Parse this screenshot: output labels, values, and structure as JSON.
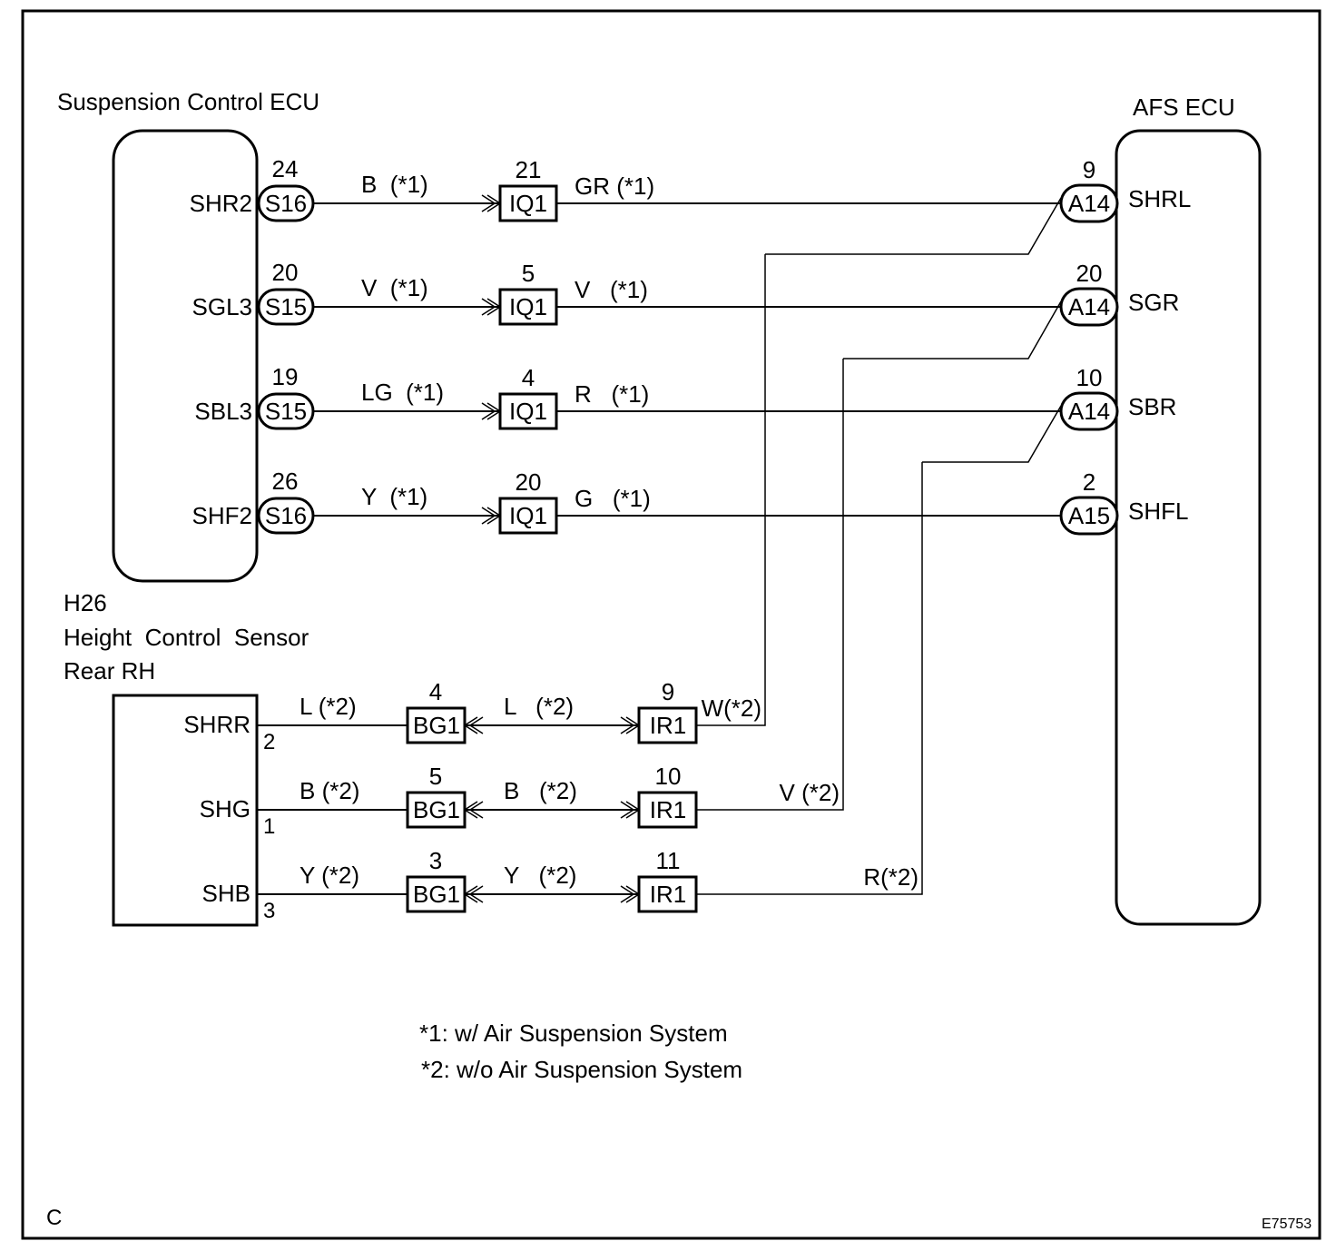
{
  "ecu_left": {
    "title": "Suspension Control ECU",
    "rows": [
      {
        "terminal": "SHR2",
        "pin": "24",
        "connector": "S16",
        "wire1": "B  (*1)",
        "junction_pin": "21",
        "junction": "IQ1",
        "wire2": "GR (*1)"
      },
      {
        "terminal": "SGL3",
        "pin": "20",
        "connector": "S15",
        "wire1": "V  (*1)",
        "junction_pin": "5",
        "junction": "IQ1",
        "wire2": "V   (*1)"
      },
      {
        "terminal": "SBL3",
        "pin": "19",
        "connector": "S15",
        "wire1": "LG  (*1)",
        "junction_pin": "4",
        "junction": "IQ1",
        "wire2": "R   (*1)"
      },
      {
        "terminal": "SHF2",
        "pin": "26",
        "connector": "S16",
        "wire1": "Y  (*1)",
        "junction_pin": "20",
        "junction": "IQ1",
        "wire2": "G   (*1)"
      }
    ]
  },
  "ecu_right": {
    "title": "AFS ECU",
    "rows": [
      {
        "terminal": "SHRL",
        "pin": "9",
        "connector": "A14"
      },
      {
        "terminal": "SGR",
        "pin": "20",
        "connector": "A14"
      },
      {
        "terminal": "SBR",
        "pin": "10",
        "connector": "A14"
      },
      {
        "terminal": "SHFL",
        "pin": "2",
        "connector": "A15"
      }
    ]
  },
  "sensor": {
    "code": "H26",
    "name": "Height  Control  Sensor",
    "position": "Rear RH",
    "rows": [
      {
        "terminal": "SHRR",
        "pin": "2",
        "wire1": "L (*2)",
        "bg_pin": "4",
        "bg": "BG1",
        "wire2": "L   (*2)",
        "ir_pin": "9",
        "ir": "IR1",
        "wire3": "W(*2)"
      },
      {
        "terminal": "SHG",
        "pin": "1",
        "wire1": "B (*2)",
        "bg_pin": "5",
        "bg": "BG1",
        "wire2": "B   (*2)",
        "ir_pin": "10",
        "ir": "IR1",
        "wire3": "V (*2)"
      },
      {
        "terminal": "SHB",
        "pin": "3",
        "wire1": "Y (*2)",
        "bg_pin": "3",
        "bg": "BG1",
        "wire2": "Y   (*2)",
        "ir_pin": "11",
        "ir": "IR1",
        "wire3": "R(*2)"
      }
    ]
  },
  "notes": [
    "*1: w/ Air Suspension System",
    "*2: w/o Air Suspension System"
  ],
  "corner_letter": "C",
  "figure_id": "E75753"
}
